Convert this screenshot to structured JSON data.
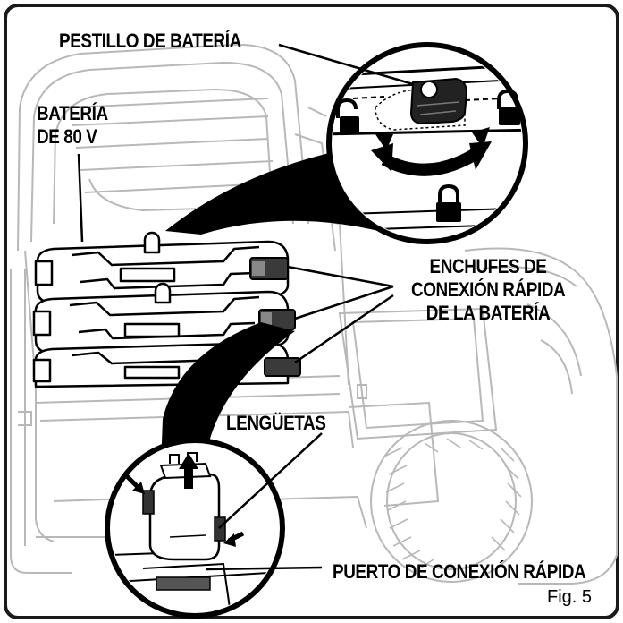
{
  "labels": {
    "battery_latch": "PESTILLO DE BATERÍA",
    "battery_line1": "BATERÍA",
    "battery_line2": "DE 80 V",
    "plugs_line1": "ENCHUFES DE",
    "plugs_line2": "CONEXIÓN RÁPIDA",
    "plugs_line3": "DE LA BATERÍA",
    "tabs": "LENGÜETAS",
    "port": "PUERTO DE CONEXIÓN RÁPIDA"
  },
  "figure_number": "Fig. 5",
  "icons": [
    "unlocked-padlock-icon",
    "unlocked-padlock-icon",
    "locked-padlock-icon",
    "rotate-arrows-icon",
    "lift-arrow-icon",
    "press-arrow-icon"
  ],
  "colors": {
    "line": "#000000",
    "sketch": "#b8b8b8",
    "frame": "#1a1a1a"
  }
}
